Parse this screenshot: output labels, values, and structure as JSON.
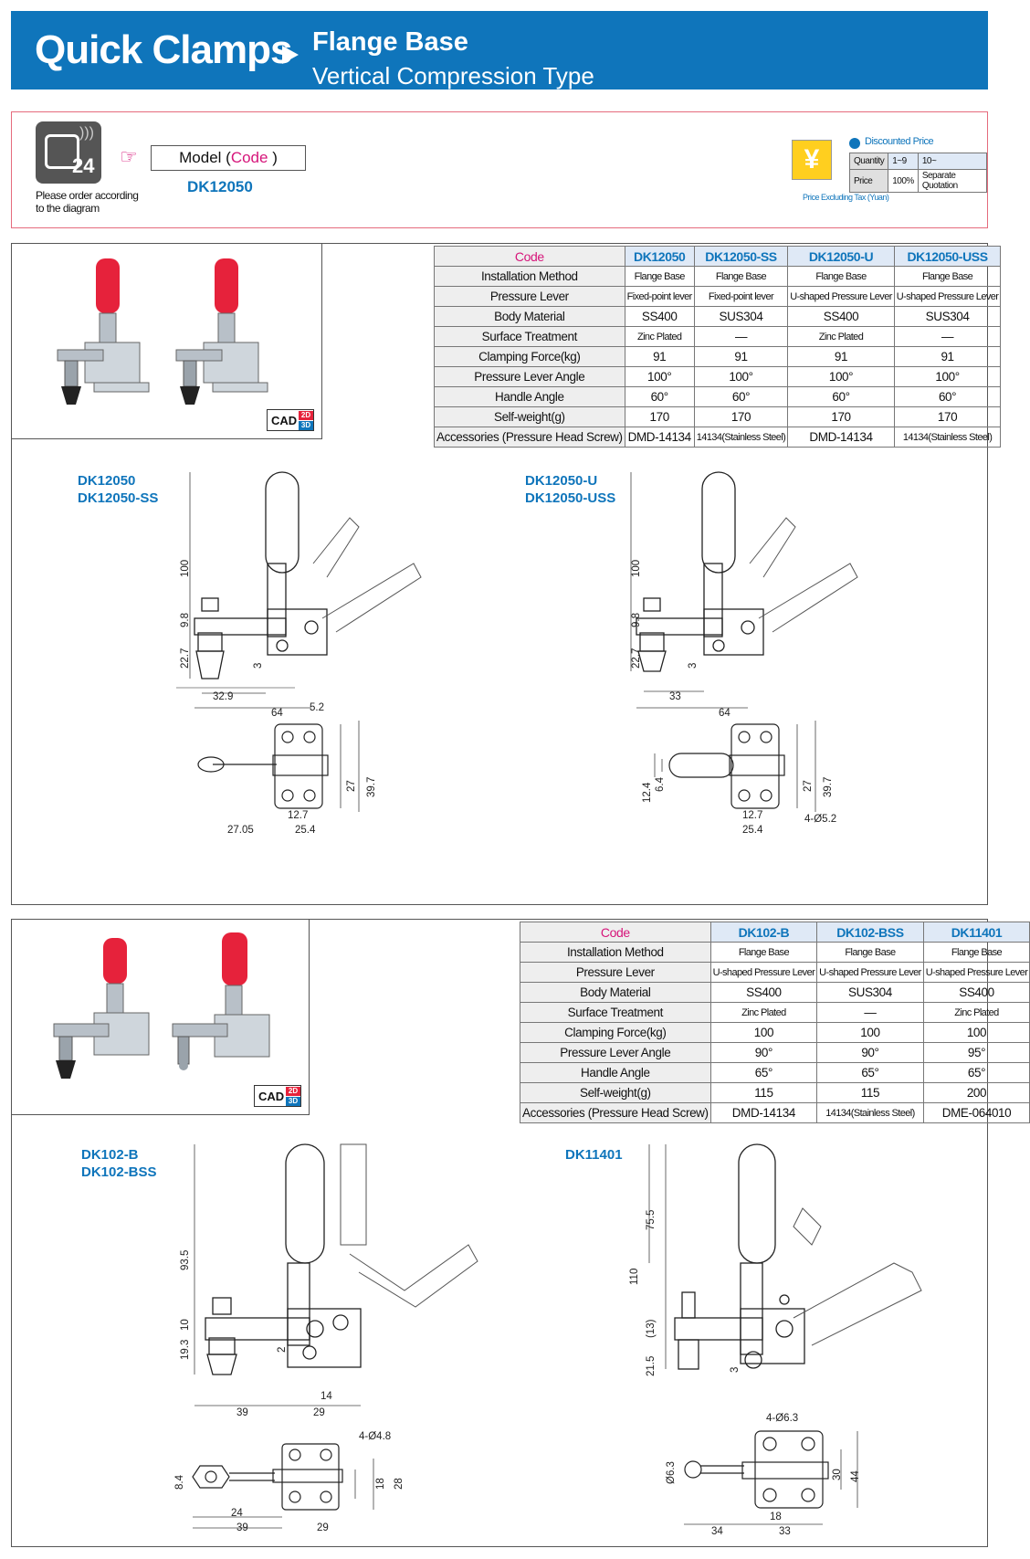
{
  "header": {
    "main_title": "Quick Clamps",
    "sub_title": "Flange Base",
    "sub_type": "Vertical Compression Type"
  },
  "order": {
    "note": "Please order according to the diagram",
    "model_label": "Model (",
    "code_word": "Code",
    "model_close": ")",
    "model_code": "DK12050",
    "phone_badge": "24"
  },
  "price": {
    "title": "Discounted Price",
    "yen_symbol": "¥",
    "quantity_label": "Quantity",
    "price_label": "Price",
    "q1": "1~9",
    "q2": "10~",
    "p1": "100%",
    "p2": "Separate Quotation",
    "footer": "Price Excluding Tax (Yuan)"
  },
  "cad": {
    "label": "CAD",
    "d2": "2D",
    "d3": "3D"
  },
  "section1": {
    "code_header": "Code",
    "columns": [
      "DK12050",
      "DK12050-SS",
      "DK12050-U",
      "DK12050-USS"
    ],
    "rows": [
      {
        "label": "Installation Method",
        "values": [
          "Flange Base",
          "Flange Base",
          "Flange Base",
          "Flange Base"
        ]
      },
      {
        "label": "Pressure Lever",
        "values": [
          "Fixed-point lever",
          "Fixed-point lever",
          "U-shaped Pressure Lever",
          "U-shaped Pressure Lever"
        ]
      },
      {
        "label": "Body Material",
        "values": [
          "SS400",
          "SUS304",
          "SS400",
          "SUS304"
        ]
      },
      {
        "label": "Surface Treatment",
        "values": [
          "Zinc Plated",
          "—",
          "Zinc Plated",
          "—"
        ]
      },
      {
        "label": "Clamping Force(kg)",
        "values": [
          "91",
          "91",
          "91",
          "91"
        ]
      },
      {
        "label": "Pressure Lever Angle",
        "values": [
          "100°",
          "100°",
          "100°",
          "100°"
        ]
      },
      {
        "label": "Handle Angle",
        "values": [
          "60°",
          "60°",
          "60°",
          "60°"
        ]
      },
      {
        "label": "Self-weight(g)",
        "values": [
          "170",
          "170",
          "170",
          "170"
        ]
      },
      {
        "label": "Accessories (Pressure Head Screw)",
        "values": [
          "DMD-14134",
          "14134(Stainless Steel)",
          "DMD-14134",
          "14134(Stainless Steel)"
        ]
      }
    ],
    "diagram_a_label1": "DK12050",
    "diagram_a_label2": "DK12050-SS",
    "diagram_b_label1": "DK12050-U",
    "diagram_b_label2": "DK12050-USS",
    "dims_a": {
      "h100": "100",
      "h98": "9.8",
      "h227": "22.7",
      "h3": "3",
      "w329": "32.9",
      "w64": "64",
      "w52": "5.2",
      "h27": "27",
      "h397": "39.7",
      "w127": "12.7",
      "w2705": "27.05",
      "w254": "25.4"
    },
    "dims_b": {
      "h100": "100",
      "h98": "9.8",
      "h227": "22.7",
      "h3": "3",
      "w33": "33",
      "w64": "64",
      "h124": "12.4",
      "h64": "6.4",
      "h27": "27",
      "h397": "39.7",
      "w127": "12.7",
      "w254": "25.4",
      "hole": "4-Ø5.2"
    }
  },
  "section2": {
    "code_header": "Code",
    "columns": [
      "DK102-B",
      "DK102-BSS",
      "DK11401"
    ],
    "rows": [
      {
        "label": "Installation Method",
        "values": [
          "Flange Base",
          "Flange Base",
          "Flange Base"
        ]
      },
      {
        "label": "Pressure Lever",
        "values": [
          "U-shaped Pressure Lever",
          "U-shaped Pressure Lever",
          "U-shaped Pressure Lever"
        ]
      },
      {
        "label": "Body Material",
        "values": [
          "SS400",
          "SUS304",
          "SS400"
        ]
      },
      {
        "label": "Surface Treatment",
        "values": [
          "Zinc Plated",
          "—",
          "Zinc Plated"
        ]
      },
      {
        "label": "Clamping Force(kg)",
        "values": [
          "100",
          "100",
          "100"
        ]
      },
      {
        "label": "Pressure Lever Angle",
        "values": [
          "90°",
          "90°",
          "95°"
        ]
      },
      {
        "label": "Handle Angle",
        "values": [
          "65°",
          "65°",
          "65°"
        ]
      },
      {
        "label": "Self-weight(g)",
        "values": [
          "115",
          "115",
          "200"
        ]
      },
      {
        "label": "Accessories (Pressure Head Screw)",
        "values": [
          "DMD-14134",
          "14134(Stainless Steel)",
          "DME-064010"
        ]
      }
    ],
    "diagram_a_label1": "DK102-B",
    "diagram_a_label2": "DK102-BSS",
    "diagram_b_label1": "DK11401",
    "dims_a": {
      "h935": "93.5",
      "h10": "10",
      "h193": "19.3",
      "h2": "2",
      "w14": "14",
      "w39": "39",
      "w29": "29",
      "hole": "4-Ø4.8",
      "h84": "8.4",
      "h18": "18",
      "h28": "28",
      "w24": "24",
      "w39b": "39",
      "w29b": "29"
    },
    "dims_b": {
      "h755": "75.5",
      "h110": "110",
      "h13": "(13)",
      "h215": "21.5",
      "h3": "3",
      "hole": "4-Ø6.3",
      "d63": "Ø6.3",
      "h30": "30",
      "h44": "44",
      "w18": "18",
      "w34": "34",
      "w33": "33"
    }
  },
  "colors": {
    "banner": "#0f75bb",
    "accent_blue": "#0f75bb",
    "accent_magenta": "#d6157a",
    "clamp_handle": "#e6223b",
    "order_border": "#e56b7d"
  }
}
